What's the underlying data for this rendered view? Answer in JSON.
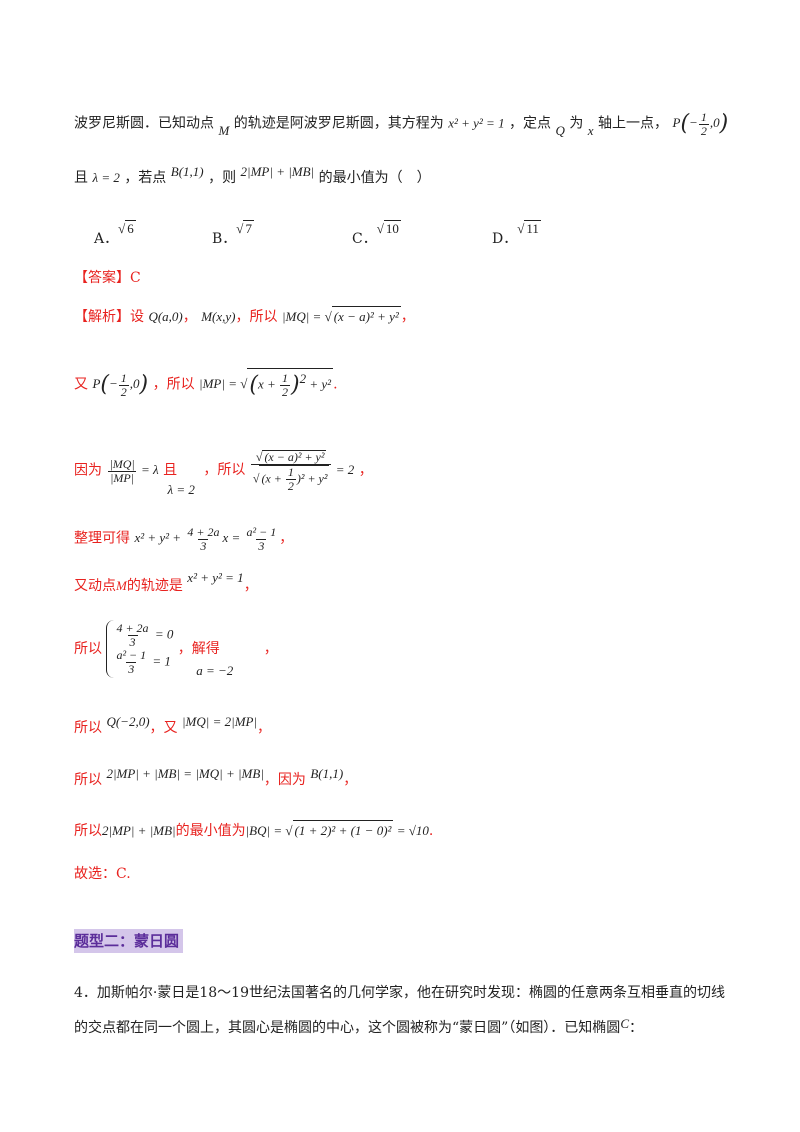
{
  "problem": {
    "line1_text": "波罗尼斯圆．已知动点",
    "line1_m": "M",
    "line1_text2": "的轨迹是阿波罗尼斯圆，其方程为",
    "line1_eq": "x² + y² = 1",
    "line1_text3": "，定点",
    "line1_q": "Q",
    "line1_text4": "为",
    "line1_x": "x",
    "line1_text5": "轴上一点，",
    "line1_p": "P",
    "line2_text": "且",
    "line2_lambda": "λ = 2",
    "line2_text2": "，若点",
    "line2_b": "B(1,1)",
    "line2_text3": "，则",
    "line2_expr": "2|MP| + |MB|",
    "line2_text4": "的最小值为（　）",
    "options": [
      {
        "label": "A．",
        "value": "6"
      },
      {
        "label": "B．",
        "value": "7"
      },
      {
        "label": "C．",
        "value": "10"
      },
      {
        "label": "D．",
        "value": "11"
      }
    ]
  },
  "answer": {
    "tag": "【答案】",
    "value": "C"
  },
  "analysis": {
    "tag": "【解析】",
    "l1_a": "设",
    "l1_q": "Q(a,0)",
    "l1_sep": "，",
    "l1_m": "M(x,y)",
    "l1_b": "，所以",
    "l1_eq": "|MQ| = ",
    "l1_rad": "(x − a)² + y²",
    "l1_end": "，",
    "l2_a": "又",
    "l2_p": "P",
    "l2_b": "，所以",
    "l2_eq": "|MP| = ",
    "l2_end": ".",
    "l3_a": "因为",
    "l3_lambda_mid": "且",
    "l3_lambda": "λ = 2",
    "l3_b": "，所以",
    "l3_end": "，",
    "l4_a": "整理可得",
    "l4_eq1": "x² + y² + ",
    "l4_num1": "4 + 2a",
    "l4_den1": "3",
    "l4_eq2": "x = ",
    "l4_num2": "a² − 1",
    "l4_den2": "3",
    "l4_end": "，",
    "l5_a": "又动点",
    "l5_m": "M",
    "l5_b": "的轨迹是",
    "l5_eq": "x² + y² = 1",
    "l5_end": "，",
    "l6_a": "所以",
    "l6_c1_num": "4 + 2a",
    "l6_c1_den": "3",
    "l6_c1_rhs": "= 0",
    "l6_c2_num": "a² − 1",
    "l6_c2_den": "3",
    "l6_c2_rhs": "= 1",
    "l6_b": "，解得",
    "l6_sol": "a = −2",
    "l6_end": "，",
    "l7_a": "所以",
    "l7_q": "Q(−2,0)",
    "l7_b": "，又",
    "l7_eq": "|MQ| = 2|MP|",
    "l7_end": "，",
    "l8_a": "所以",
    "l8_eq": "2|MP| + |MB| = |MQ| + |MB|",
    "l8_b": "，因为",
    "l8_pt": "B(1,1)",
    "l8_end": "，",
    "l9_a": "所以",
    "l9_expr": "2|MP| + |MB|",
    "l9_b": "的最小值为",
    "l9_eq": "|BQ| = ",
    "l9_rad": "(1 + 2)² + (1 − 0)²",
    "l9_res": " = √10",
    "l9_end": ".",
    "l10": "故选：C."
  },
  "section": {
    "title": "题型二：蒙日圆"
  },
  "q4": {
    "line1": "4．加斯帕尔·蒙日是18～19世纪法国著名的几何学家，他在研究时发现：椭圆的任意两条互相垂直的切线",
    "line2": "的交点都在同一个圆上，其圆心是椭圆的中心，这个圆被称为“蒙日圆”（如图）．已知椭圆",
    "line2_c": "C",
    "line2_end": "："
  }
}
